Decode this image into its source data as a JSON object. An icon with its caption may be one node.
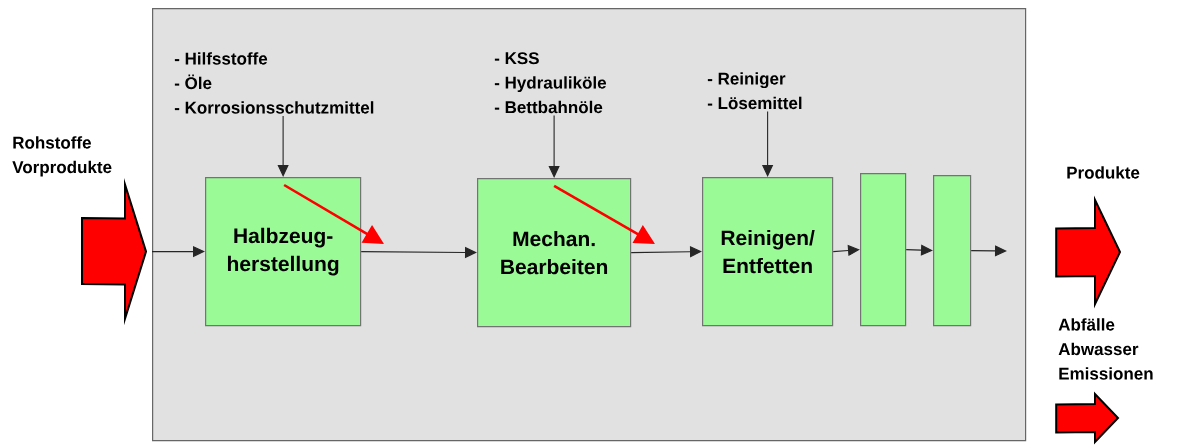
{
  "diagram": {
    "nodes": [
      {
        "text": [],
        "shape": "box"
      },
      {
        "text": [
          "- Hilfsstoffe",
          "- Öle",
          "- Korrosionsschutzmittel"
        ],
        "in": 0
      },
      {
        "text": [
          "Halbzeug- herstellung"
        ],
        "in": 0
      },
      {
        "text": [
          "- KSS",
          "- Hydrauliköle",
          "- Bettbahnöle"
        ],
        "in": 0
      },
      {
        "text": [
          "Mechan. Bearbeiten"
        ],
        "in": 0
      },
      {
        "text": [
          "- Reiniger",
          "- Lösemittel"
        ],
        "in": 0
      },
      {
        "text": [
          "Reinigen/ Entfetten"
        ],
        "in": 0
      },
      {
        "text": [],
        "shape": "box",
        "in": 0
      },
      {
        "text": [],
        "shape": "box",
        "in": 0
      }
    ],
    "edges": [
      {
        "from": null,
        "to": 0,
        "arrow": "to",
        "label": "Rohstoffe Vorprodukte",
        "style": "thick",
        "color": "#ff0000"
      },
      {
        "from": 0,
        "to": 2,
        "arrow": "to"
      },
      {
        "from": 1,
        "to": 2,
        "arrow": "to"
      },
      {
        "from": 3,
        "to": 4,
        "arrow": "to"
      },
      {
        "from": 5,
        "to": 6,
        "arrow": "to"
      },
      {
        "from": 2,
        "to": 4,
        "arrow": "to"
      },
      {
        "from": 4,
        "to": 6,
        "arrow": "to"
      },
      {
        "from": 6,
        "to": 7,
        "arrow": "to"
      },
      {
        "from": 7,
        "to": 8,
        "arrow": "to"
      },
      {
        "from": 8,
        "to": null,
        "arrow": "to"
      },
      {
        "from": 2,
        "to": null,
        "arrow": "to",
        "color": "#ff0000"
      },
      {
        "from": 4,
        "to": null,
        "arrow": "to",
        "color": "#ff0000"
      },
      {
        "from": 0,
        "to": null,
        "arrow": "to",
        "label": "Produkte",
        "style": "thick",
        "color": "#ff0000"
      },
      {
        "from": 0,
        "to": null,
        "arrow": "to",
        "label": "Abfälle Abwasser Emissionen",
        "style": "thick",
        "color": "#ff0000"
      }
    ]
  }
}
